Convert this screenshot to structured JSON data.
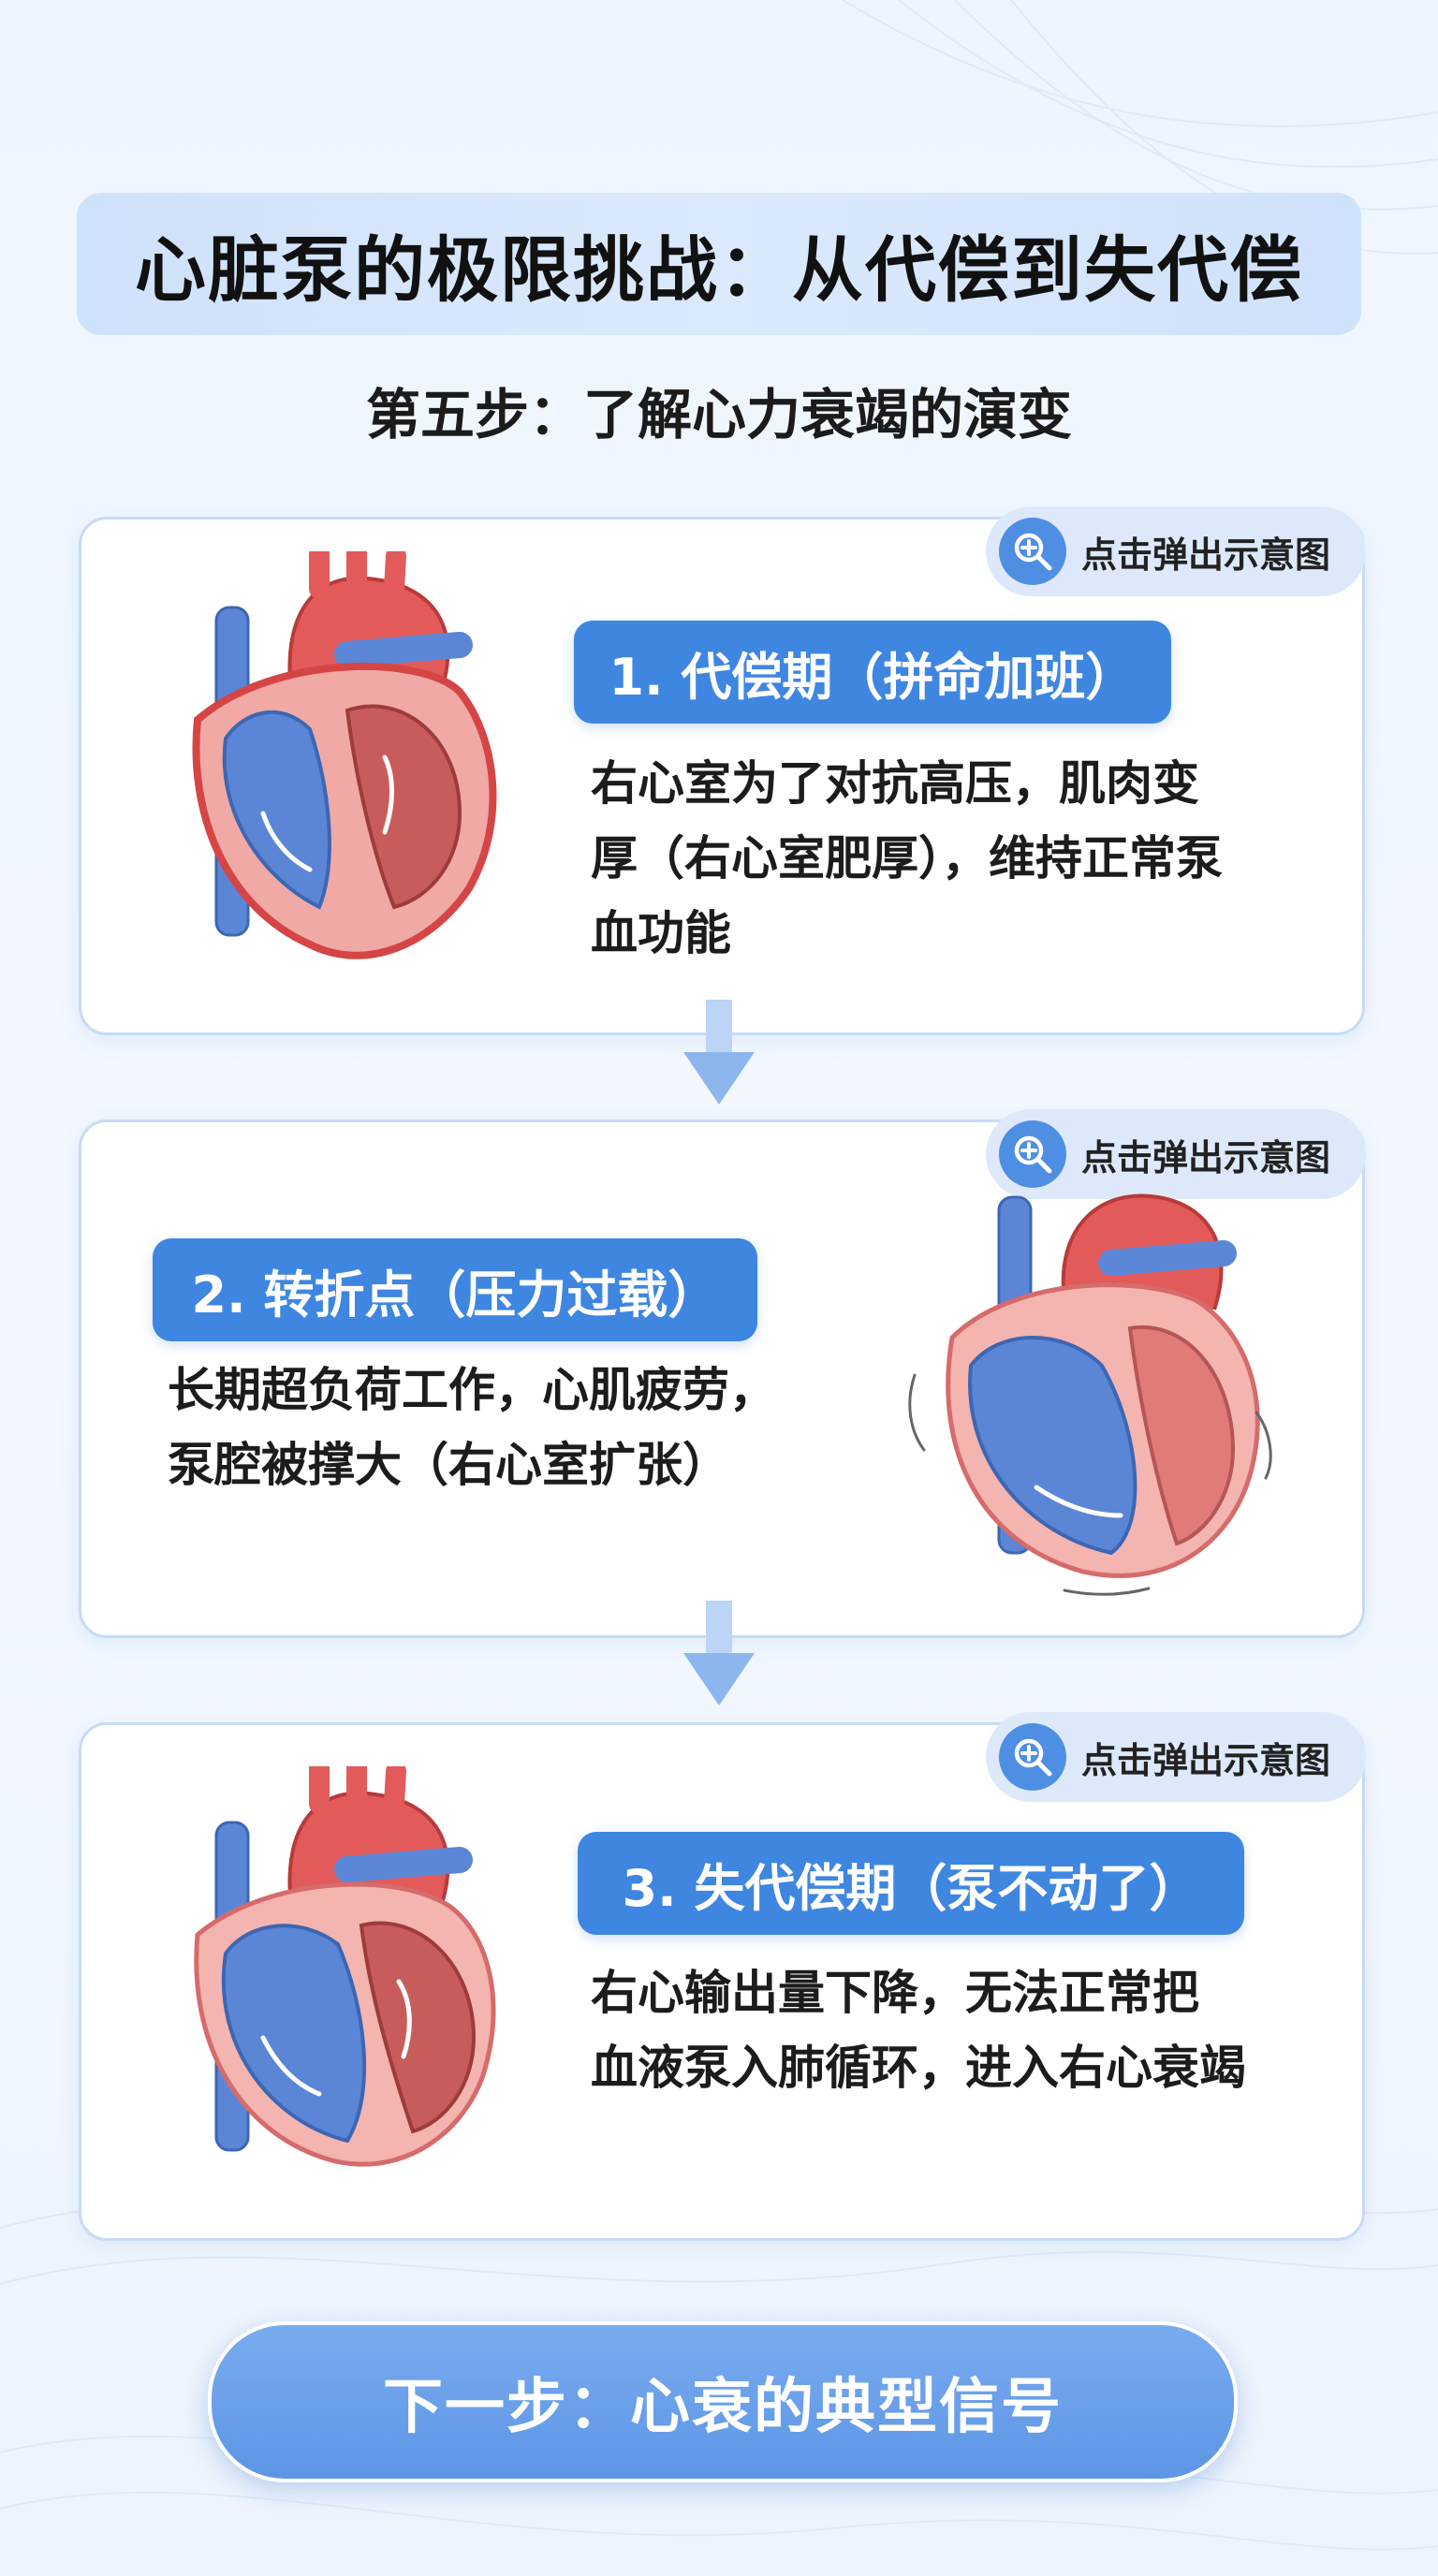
{
  "header": {
    "title": "心脏泵的极限挑战：从代偿到失代偿",
    "subtitle": "第五步：了解心力衰竭的演变"
  },
  "popup_label": "点击弹出示意图",
  "stages": [
    {
      "label": "1. 代偿期（拼命加班）",
      "description": [
        "右心室为了对抗高压，肌肉变",
        "厚（右心室肥厚），维持正常泵",
        "血功能"
      ]
    },
    {
      "label": "2. 转折点（压力过载）",
      "description": [
        "长期超负荷工作，心肌疲劳，",
        "泵腔被撑大（右心室扩张）"
      ]
    },
    {
      "label": "3. 失代偿期（泵不动了）",
      "description": [
        "右心输出量下降，无法正常把",
        "血液泵入肺循环，进入右心衰竭"
      ]
    }
  ],
  "next_button": {
    "label": "下一步：心衰的典型信号"
  },
  "colors": {
    "accent": "#3f86e1",
    "banner": "#d6e6fb",
    "card_border": "#c7dbf5",
    "heart_red": "#e25a5a",
    "heart_blue": "#5b86d6"
  },
  "icons": {
    "popup": "zoom-in-icon",
    "arrow": "arrow-down-icon"
  }
}
